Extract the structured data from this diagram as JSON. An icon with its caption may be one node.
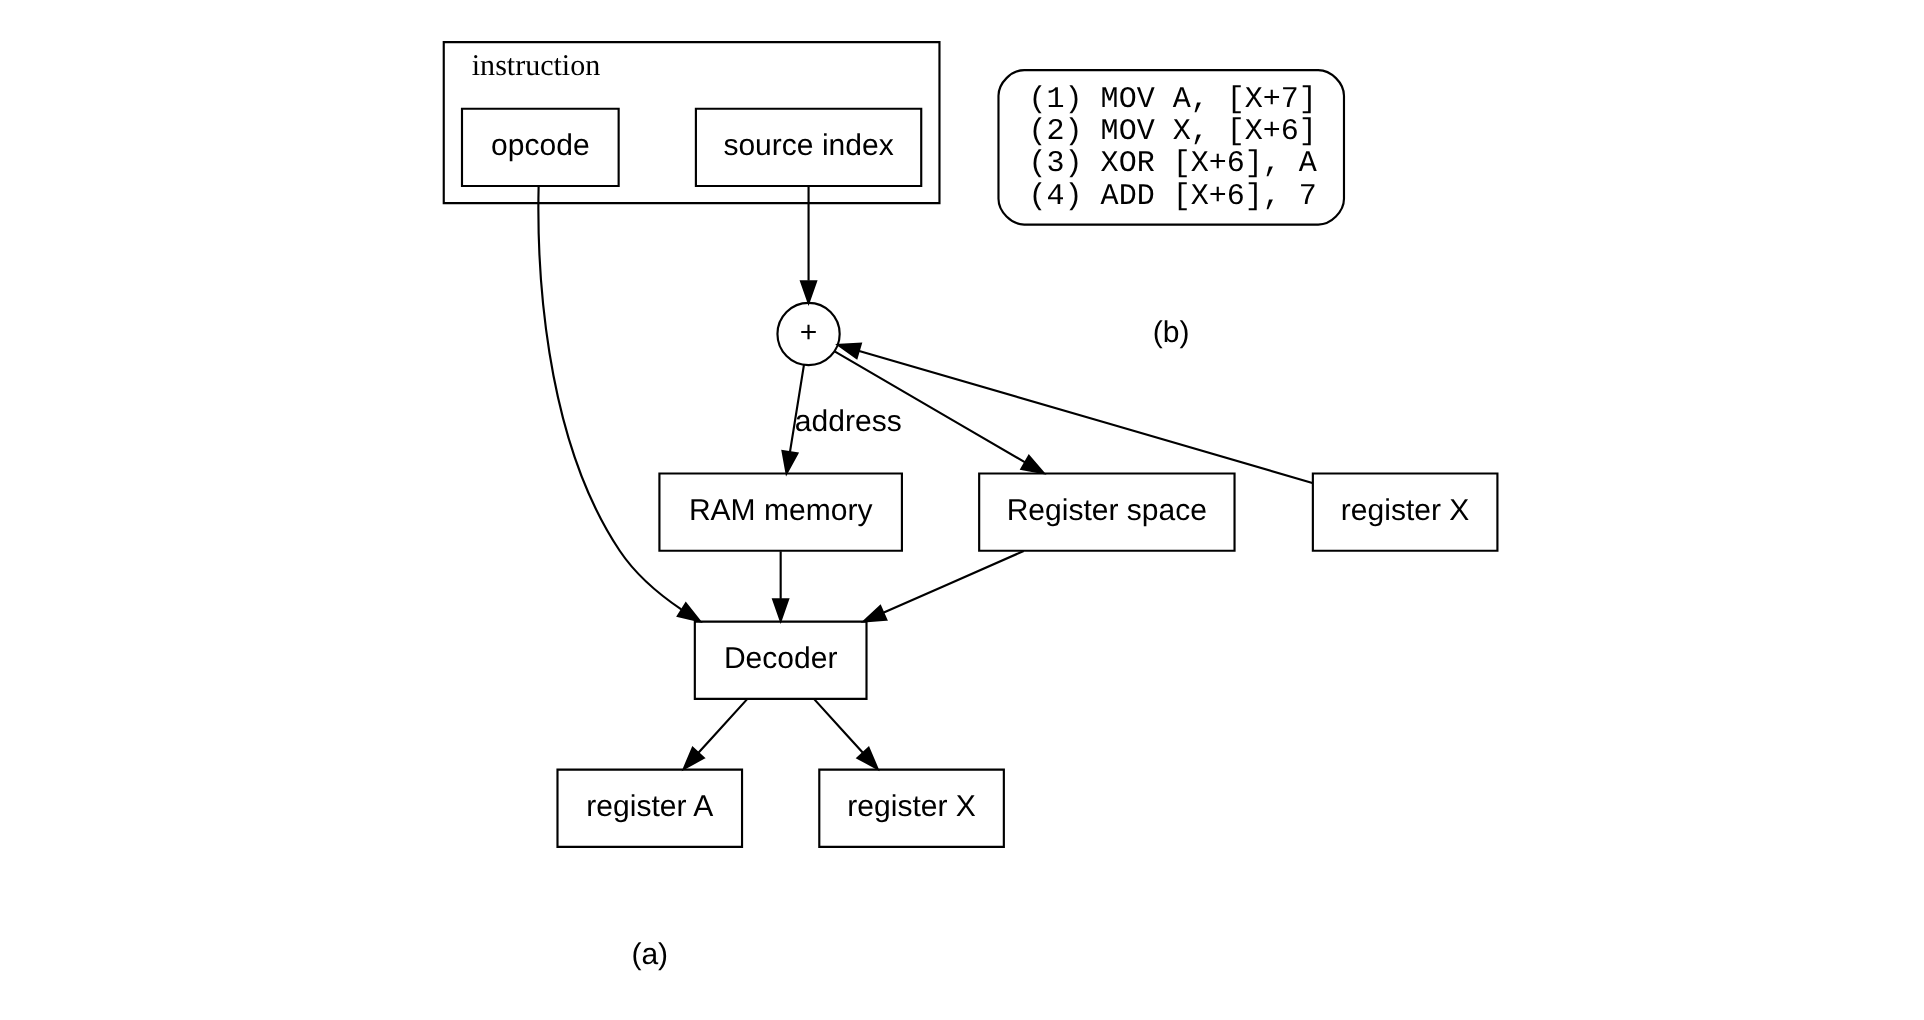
{
  "diagram": {
    "nodes": [
      {
        "text": [
          "instruction"
        ]
      },
      {
        "text": [
          "opcode"
        ],
        "in": 0
      },
      {
        "text": [
          "source index"
        ],
        "in": 0
      },
      {
        "text": [
          "+"
        ]
      },
      {
        "text": [
          "RAM memory"
        ]
      },
      {
        "text": [
          "Register space"
        ]
      },
      {
        "text": [
          "register X"
        ]
      },
      {
        "text": [
          "Decoder"
        ]
      },
      {
        "text": [
          "register A"
        ]
      },
      {
        "text": [
          "register X"
        ]
      },
      {
        "text": [
          "(1) MOV A, [X+7]",
          "(2) MOV X, [X+6]",
          "(3) XOR [X+6], A",
          "(4) ADD [X+6], 7"
        ]
      }
    ],
    "edges": [
      {
        "from": 1,
        "to": 7,
        "arrow": "to"
      },
      {
        "from": 2,
        "to": 3,
        "arrow": "to"
      },
      {
        "from": 6,
        "to": 3,
        "arrow": "to"
      },
      {
        "from": 3,
        "to": 4,
        "arrow": "to",
        "label": "address"
      },
      {
        "from": 3,
        "to": 5,
        "arrow": "to"
      },
      {
        "from": 4,
        "to": 7,
        "arrow": "to"
      },
      {
        "from": 5,
        "to": 7,
        "arrow": "to"
      },
      {
        "from": 7,
        "to": 8,
        "arrow": "to"
      },
      {
        "from": 7,
        "to": 9,
        "arrow": "to"
      }
    ],
    "labels": [
      "(a)",
      "(b)"
    ]
  }
}
